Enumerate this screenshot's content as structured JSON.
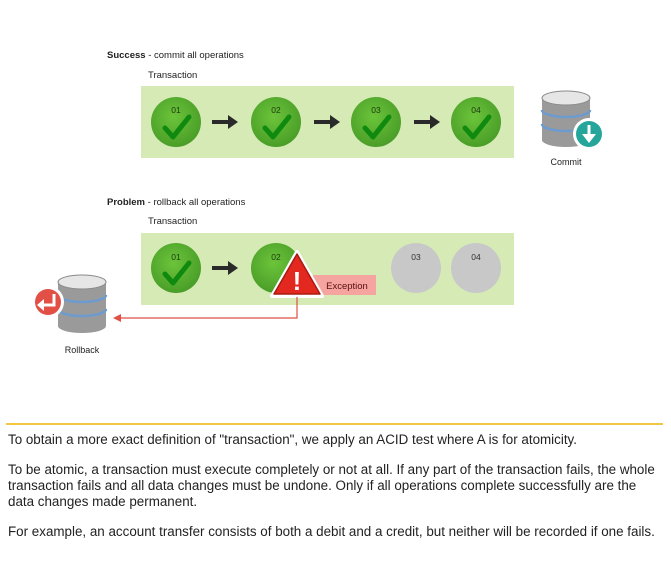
{
  "success": {
    "title_bold": "Success",
    "title_rest": " - commit all operations",
    "transaction_label": "Transaction",
    "steps": [
      "01",
      "02",
      "03",
      "04"
    ],
    "commit_label": "Commit"
  },
  "problem": {
    "title_bold": "Problem",
    "title_rest": " - rollback all operations",
    "transaction_label": "Transaction",
    "steps": [
      "01",
      "02",
      "03",
      "04"
    ],
    "exception_label": "Exception",
    "exception_glyph": "!",
    "rollback_label": "Rollback"
  },
  "colors": {
    "panel": "#d5eab5",
    "ok_circle": "#5cb531",
    "pending_circle": "#c8c8c8",
    "warning": "#e3281f",
    "exception_bg": "#f6a4a0",
    "rollback_line": "#e14f45",
    "separator": "#f2c744"
  },
  "text": {
    "p1": "To obtain a more exact definition of \"transaction\", we apply an ACID test where A is for atomicity.",
    "p2": "To be atomic, a transaction must execute completely or not at all. If any part of the transaction fails, the whole transaction fails and all data changes must be undone. Only if all operations complete successfully are the data changes made permanent.",
    "p3": "For example, an account transfer consists of both a debit and a credit, but neither will be recorded if one fails."
  }
}
